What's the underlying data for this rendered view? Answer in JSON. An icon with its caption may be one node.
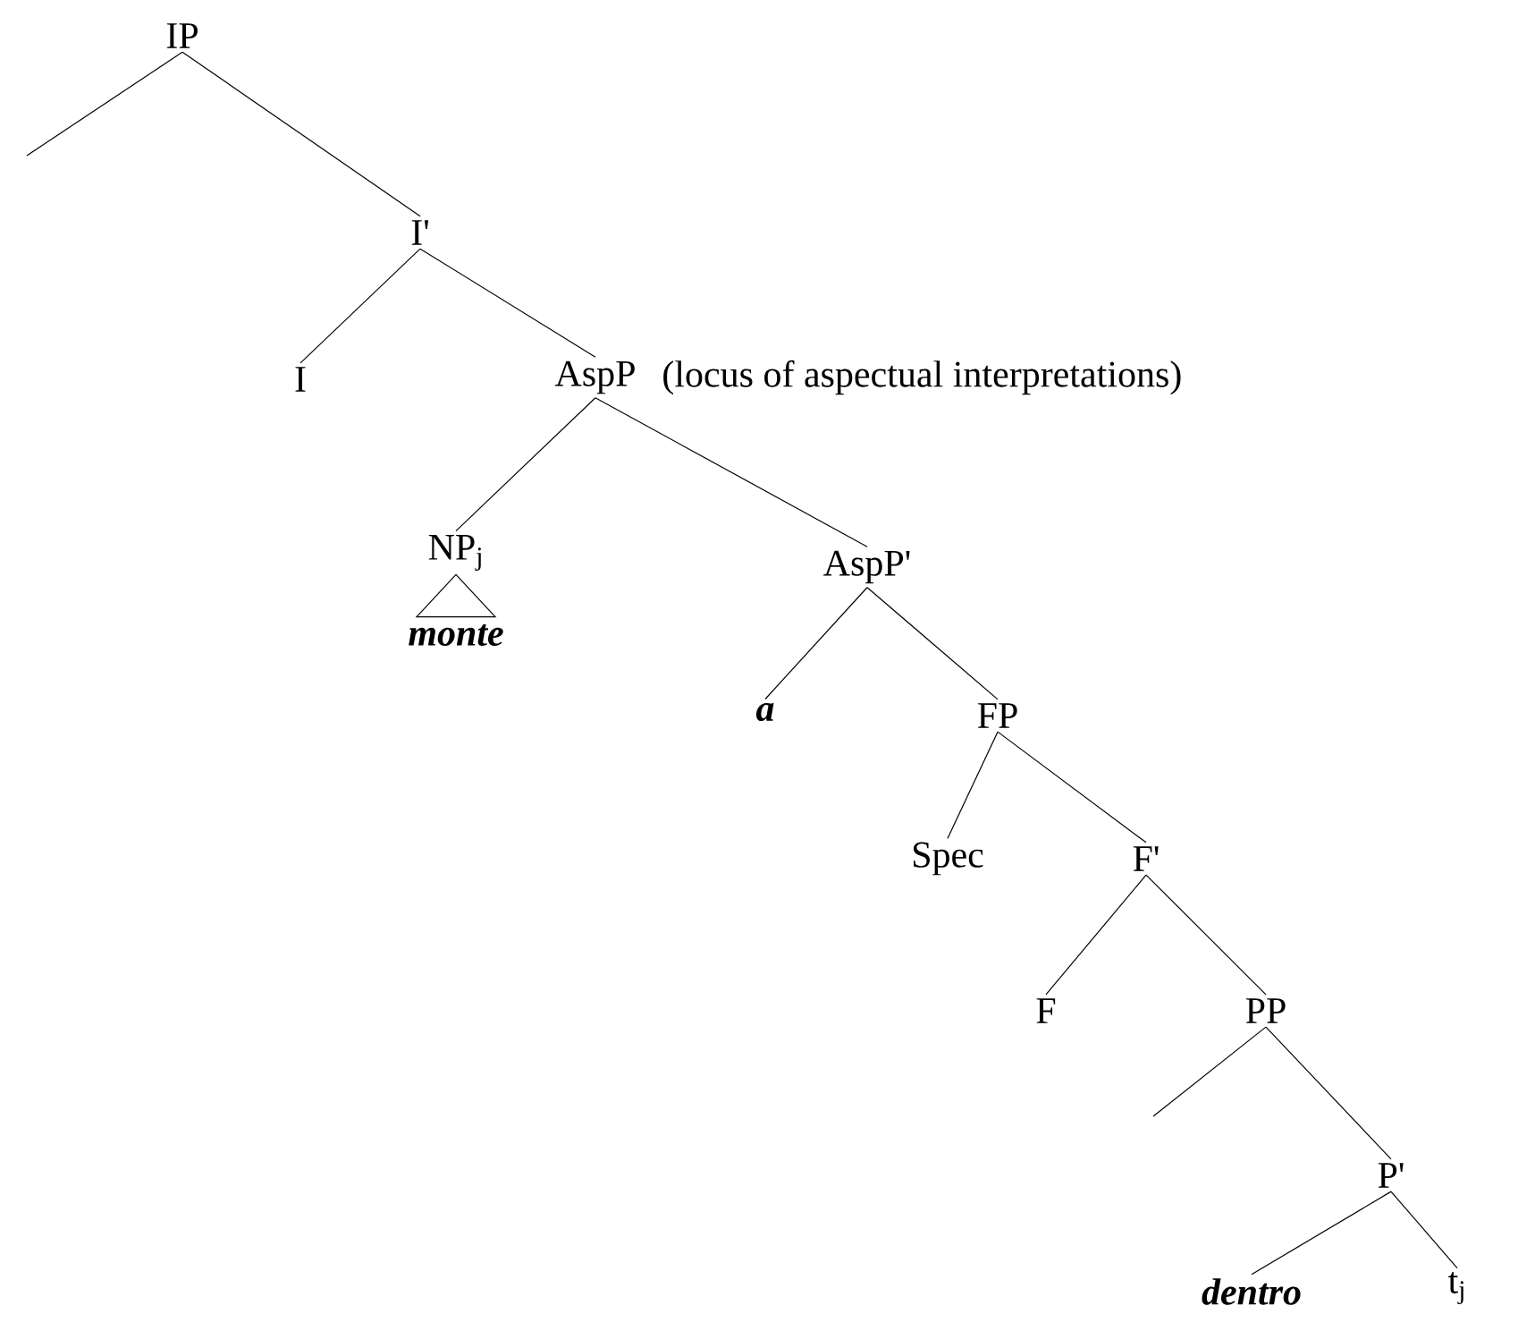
{
  "diagram": {
    "nodes": [
      {
        "text": [
          "IP"
        ]
      },
      {
        "text": [
          "I'"
        ]
      },
      {
        "text": [
          "I"
        ]
      },
      {
        "text": [
          "AspP"
        ],
        "beside": [
          "(locus of aspectual interpretations)"
        ]
      },
      {
        "text": [
          "NP$_{j}$"
        ]
      },
      {
        "text": [
          "monte"
        ]
      },
      {
        "text": [
          "AspP'"
        ]
      },
      {
        "text": [
          "a"
        ]
      },
      {
        "text": [
          "FP"
        ]
      },
      {
        "text": [
          "Spec"
        ]
      },
      {
        "text": [
          "F'"
        ]
      },
      {
        "text": [
          "F"
        ]
      },
      {
        "text": [
          "PP"
        ]
      },
      {
        "text": [
          "P'"
        ]
      },
      {
        "text": [
          "dentro"
        ]
      },
      {
        "text": [
          "t$_{j}$"
        ]
      }
    ],
    "edges": [
      {
        "from": 0,
        "to": null,
        "arrow": "none"
      },
      {
        "from": 0,
        "to": 1,
        "arrow": "none"
      },
      {
        "from": 1,
        "to": 2,
        "arrow": "none"
      },
      {
        "from": 1,
        "to": 3,
        "arrow": "none"
      },
      {
        "from": 3,
        "to": 4,
        "arrow": "none"
      },
      {
        "from": 3,
        "to": 6,
        "arrow": "none"
      },
      {
        "from": 4,
        "to": 5,
        "arrow": "none"
      },
      {
        "from": 6,
        "to": 7,
        "arrow": "none"
      },
      {
        "from": 6,
        "to": 8,
        "arrow": "none"
      },
      {
        "from": 8,
        "to": 9,
        "arrow": "none"
      },
      {
        "from": 8,
        "to": 10,
        "arrow": "none"
      },
      {
        "from": 10,
        "to": 11,
        "arrow": "none"
      },
      {
        "from": 10,
        "to": 12,
        "arrow": "none"
      },
      {
        "from": 12,
        "to": null,
        "arrow": "none"
      },
      {
        "from": 12,
        "to": 13,
        "arrow": "none"
      },
      {
        "from": 13,
        "to": 14,
        "arrow": "none"
      },
      {
        "from": 13,
        "to": 15,
        "arrow": "none"
      }
    ]
  }
}
